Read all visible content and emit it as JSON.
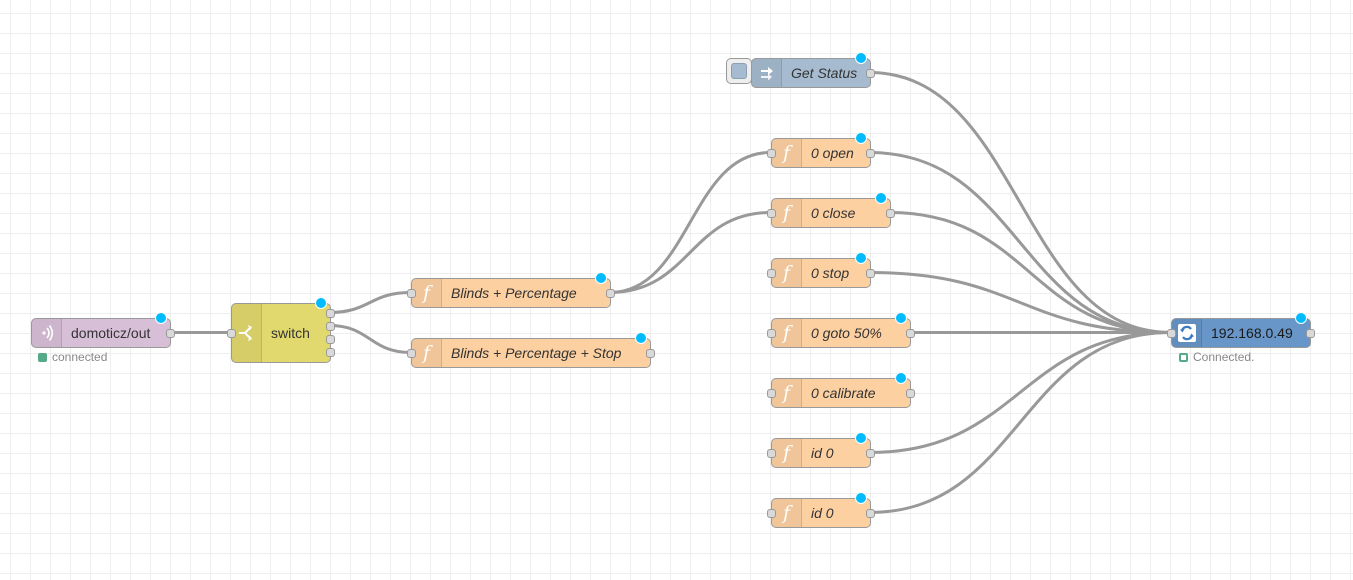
{
  "colors": {
    "mqtt": "#d8bfd8",
    "switch": "#e2d96e",
    "function": "#fdd0a2",
    "inject": "#a6bbcf",
    "tcp": "#6896c8",
    "wire": "#999999",
    "changed": "#00bcff",
    "status_green": "#5a8"
  },
  "nodes": {
    "mqtt_in": {
      "label": "domoticz/out",
      "icon": "mqtt-icon",
      "status": "connected",
      "status_shape": "dot"
    },
    "switch": {
      "label": "switch",
      "icon": "switch-icon",
      "outputs": 4
    },
    "fn_blinds_pct": {
      "label": "Blinds + Percentage",
      "icon": "function-icon"
    },
    "fn_blinds_pct_stop": {
      "label": "Blinds + Percentage + Stop",
      "icon": "function-icon"
    },
    "inject_get_status": {
      "label": "Get Status",
      "icon": "arrow-in-icon"
    },
    "fn_open": {
      "label": "0 open",
      "icon": "function-icon"
    },
    "fn_close": {
      "label": "0 close",
      "icon": "function-icon"
    },
    "fn_stop": {
      "label": "0 stop",
      "icon": "function-icon"
    },
    "fn_goto": {
      "label": "0 goto 50%",
      "icon": "function-icon"
    },
    "fn_calibrate": {
      "label": "0 calibrate",
      "icon": "function-icon"
    },
    "fn_id0_a": {
      "label": "id 0",
      "icon": "function-icon"
    },
    "fn_id0_b": {
      "label": "id 0",
      "icon": "function-icon"
    },
    "tcp_out": {
      "label": "192.168.0.49",
      "icon": "bridge-icon",
      "status": "Connected.",
      "status_shape": "ring"
    }
  },
  "wires": [
    [
      "mqtt_in",
      "switch"
    ],
    [
      "switch",
      "fn_blinds_pct"
    ],
    [
      "switch",
      "fn_blinds_pct_stop"
    ],
    [
      "fn_blinds_pct",
      "fn_open"
    ],
    [
      "fn_blinds_pct",
      "fn_close"
    ],
    [
      "inject_get_status",
      "tcp_out"
    ],
    [
      "fn_open",
      "tcp_out"
    ],
    [
      "fn_close",
      "tcp_out"
    ],
    [
      "fn_stop",
      "tcp_out"
    ],
    [
      "fn_goto",
      "tcp_out"
    ],
    [
      "fn_id0_a",
      "tcp_out"
    ],
    [
      "fn_id0_b",
      "tcp_out"
    ]
  ]
}
